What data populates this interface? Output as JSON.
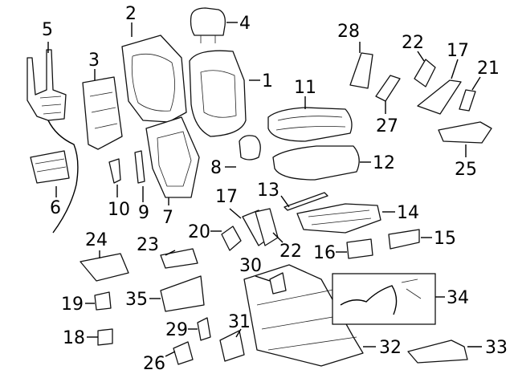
{
  "diagram": {
    "labels": [
      {
        "id": "1",
        "text": "1"
      },
      {
        "id": "2",
        "text": "2"
      },
      {
        "id": "3",
        "text": "3"
      },
      {
        "id": "4",
        "text": "4"
      },
      {
        "id": "5",
        "text": "5"
      },
      {
        "id": "6",
        "text": "6"
      },
      {
        "id": "7",
        "text": "7"
      },
      {
        "id": "8",
        "text": "8"
      },
      {
        "id": "9",
        "text": "9"
      },
      {
        "id": "10",
        "text": "10"
      },
      {
        "id": "11",
        "text": "11"
      },
      {
        "id": "12",
        "text": "12"
      },
      {
        "id": "13",
        "text": "13"
      },
      {
        "id": "14",
        "text": "14"
      },
      {
        "id": "15",
        "text": "15"
      },
      {
        "id": "16",
        "text": "16"
      },
      {
        "id": "17a",
        "text": "17"
      },
      {
        "id": "17b",
        "text": "17"
      },
      {
        "id": "18",
        "text": "18"
      },
      {
        "id": "19",
        "text": "19"
      },
      {
        "id": "20",
        "text": "20"
      },
      {
        "id": "21",
        "text": "21"
      },
      {
        "id": "22a",
        "text": "22"
      },
      {
        "id": "22b",
        "text": "22"
      },
      {
        "id": "23",
        "text": "23"
      },
      {
        "id": "24",
        "text": "24"
      },
      {
        "id": "25",
        "text": "25"
      },
      {
        "id": "26",
        "text": "26"
      },
      {
        "id": "27",
        "text": "27"
      },
      {
        "id": "28",
        "text": "28"
      },
      {
        "id": "29",
        "text": "29"
      },
      {
        "id": "30",
        "text": "30"
      },
      {
        "id": "31",
        "text": "31"
      },
      {
        "id": "32",
        "text": "32"
      },
      {
        "id": "33",
        "text": "33"
      },
      {
        "id": "34",
        "text": "34"
      },
      {
        "id": "35",
        "text": "35"
      }
    ]
  }
}
